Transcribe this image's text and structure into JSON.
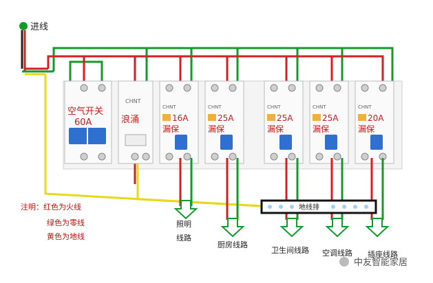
{
  "incoming_label": "进线",
  "main_switch": {
    "line1": "空气开关",
    "line2": "60A",
    "color": "#2f6fd0"
  },
  "surge_label": "浪涌",
  "brand_mark": "CHNT",
  "breakers": [
    {
      "rating": "16A",
      "tag": "漏保"
    },
    {
      "rating": "25A",
      "tag": "漏保"
    },
    {
      "rating": "25A",
      "tag": "漏保"
    },
    {
      "rating": "25A",
      "tag": "漏保"
    },
    {
      "rating": "20A",
      "tag": "漏保"
    }
  ],
  "legend": [
    "注明：红色为火线",
    "绿色为零线",
    "黄色为地线"
  ],
  "ground_bar_label": "地线排",
  "outputs": [
    "照明",
    "线路",
    "厨房线路",
    "卫生间线路",
    "空调线路",
    "插座线路"
  ],
  "watermark": "中友智能家居",
  "colors": {
    "live": "#d42020",
    "neutral": "#139a2a",
    "earth": "#e6d81a",
    "accent_text": "#d01818",
    "legend_text": "#c01010"
  }
}
